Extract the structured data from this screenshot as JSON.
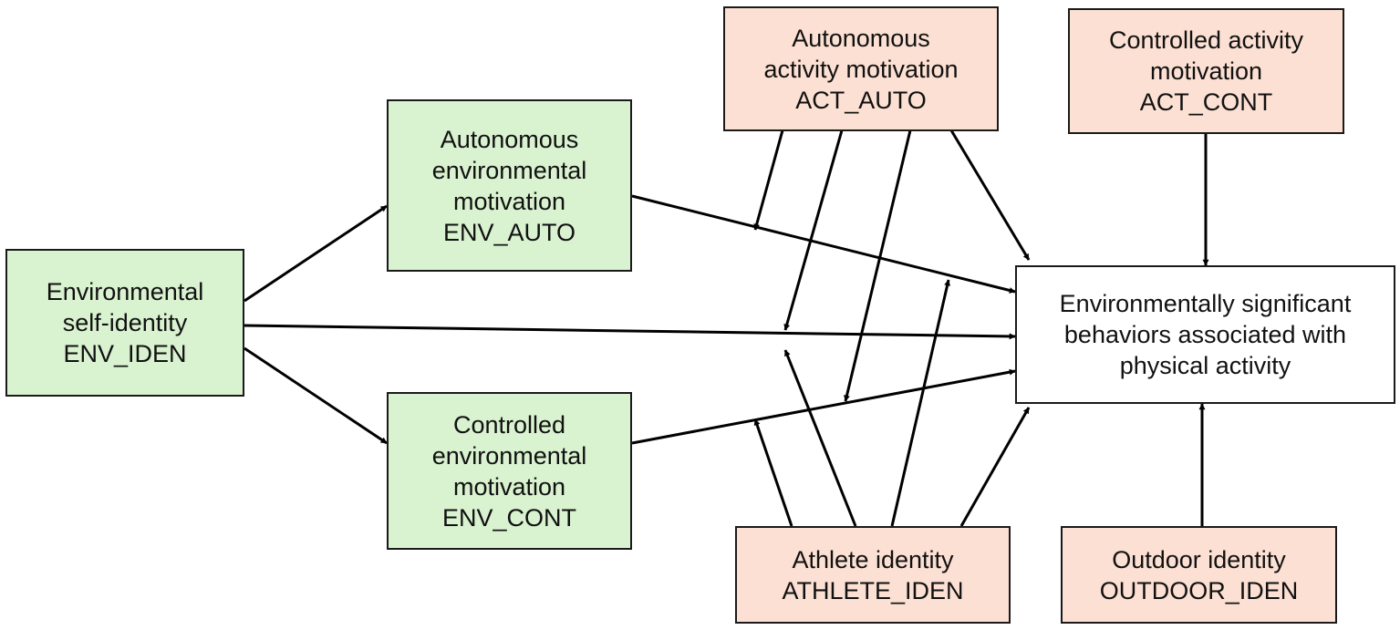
{
  "colors": {
    "green_fill": "#d9f2d0",
    "salmon_fill": "#fce0d3",
    "white_fill": "#ffffff",
    "arrow": "#000000"
  },
  "nodes": {
    "env_iden": {
      "lines": [
        "Environmental",
        "self-identity",
        "ENV_IDEN"
      ]
    },
    "env_auto": {
      "lines": [
        "Autonomous",
        "environmental",
        "motivation",
        "ENV_AUTO"
      ]
    },
    "env_cont": {
      "lines": [
        "Controlled",
        "environmental",
        "motivation",
        "ENV_CONT"
      ]
    },
    "act_auto": {
      "lines": [
        "Autonomous",
        "activity motivation",
        "ACT_AUTO"
      ]
    },
    "act_cont": {
      "lines": [
        "Controlled activity",
        "motivation",
        "ACT_CONT"
      ]
    },
    "behaviors": {
      "lines": [
        "Environmentally significant",
        "behaviors associated with",
        "physical activity"
      ]
    },
    "athlete_iden": {
      "lines": [
        "Athlete identity",
        "ATHLETE_IDEN"
      ]
    },
    "outdoor_iden": {
      "lines": [
        "Outdoor identity",
        "OUTDOOR_IDEN"
      ]
    }
  },
  "edges": [
    {
      "from": "env_iden",
      "to": "env_auto"
    },
    {
      "from": "env_iden",
      "to": "env_cont"
    },
    {
      "from": "env_iden",
      "to": "behaviors"
    },
    {
      "from": "env_auto",
      "to": "behaviors"
    },
    {
      "from": "env_cont",
      "to": "behaviors"
    },
    {
      "from": "act_cont",
      "to": "behaviors"
    },
    {
      "from": "outdoor_iden",
      "to": "behaviors"
    },
    {
      "from": "act_auto",
      "to": "behaviors"
    },
    {
      "from": "athlete_iden",
      "to": "behaviors"
    },
    {
      "from": "act_auto",
      "to": "env_auto_to_behaviors_path",
      "kind": "moderation"
    },
    {
      "from": "act_auto",
      "to": "env_iden_to_behaviors_path",
      "kind": "moderation"
    },
    {
      "from": "act_auto",
      "to": "env_cont_to_behaviors_path",
      "kind": "moderation"
    },
    {
      "from": "athlete_iden",
      "to": "env_cont_to_behaviors_path",
      "kind": "moderation"
    },
    {
      "from": "athlete_iden",
      "to": "env_iden_to_behaviors_path",
      "kind": "moderation"
    },
    {
      "from": "athlete_iden",
      "to": "env_auto_to_behaviors_path",
      "kind": "moderation"
    }
  ]
}
